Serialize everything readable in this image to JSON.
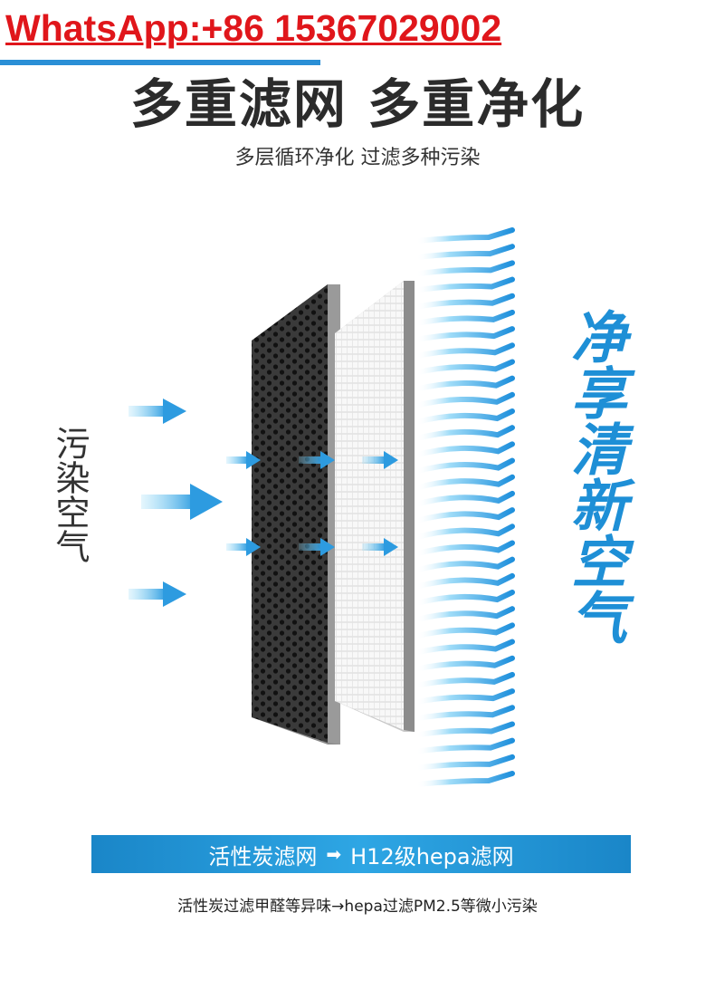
{
  "contact": {
    "whatsapp": "WhatsApp:+86 15367029002"
  },
  "headline": "多重滤网 多重净化",
  "subline": "多层循环净化 过滤多种污染",
  "labels": {
    "dirty_air": "污染空气",
    "fresh_air": "净享清新空气"
  },
  "banner": {
    "left": "活性炭滤网",
    "arrow": "➡",
    "right": "H12级hepa滤网"
  },
  "note": "活性炭过滤甲醛等异味→hepa过滤PM2.5等微小污染",
  "colors": {
    "accent_blue": "#1e8fd6",
    "contact_red": "#e0161b",
    "carbon_dark": "#2b2b2b"
  },
  "icons": [
    "arrow-right-icon",
    "airflow-wave-icon"
  ]
}
